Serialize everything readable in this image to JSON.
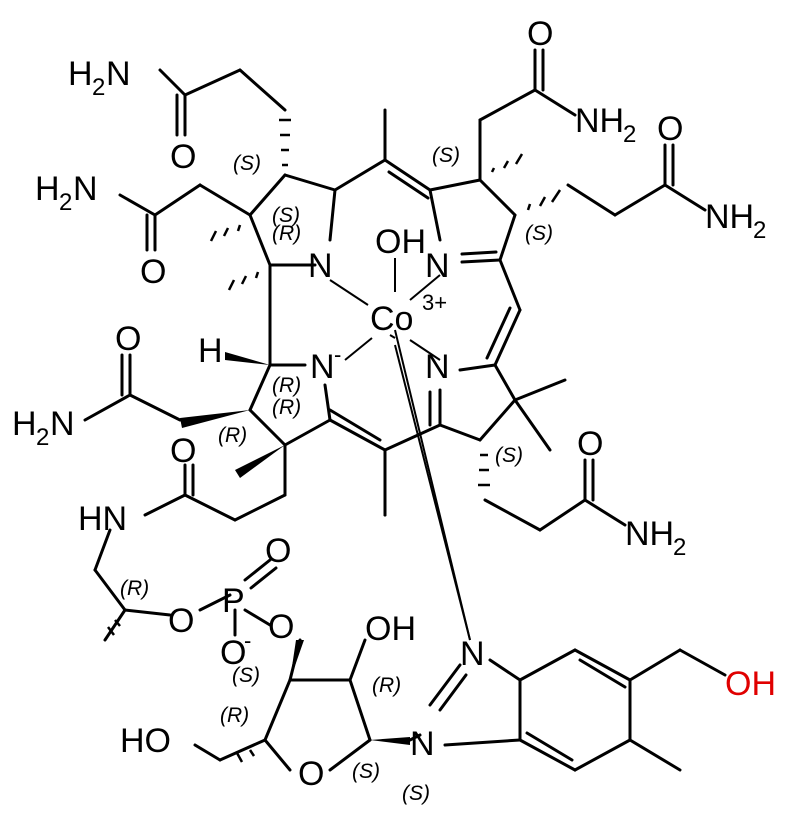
{
  "molecule": {
    "metal": "Co",
    "metal_charge": "3+",
    "axial_ligand": "OH",
    "nitrogen_label": "N",
    "anionic_nitrogen_label": "N",
    "anionic_charge": "-",
    "amine_labels": {
      "h2n": "H",
      "h2n_sub": "2",
      "h2n_n": "N",
      "nh2_n": "NH",
      "nh2_sub": "2"
    },
    "oxygen_label": "O",
    "hydroxyl_label": "OH",
    "ho_label": "HO",
    "hydrogen_label": "H",
    "amide_nh": "HN",
    "phosphorus": "P",
    "phosphate_o_minus": "O",
    "highlighted_group": "OH",
    "highlight_color": "#e00000"
  },
  "stereo_labels": [
    "(S)",
    "(S)",
    "(R)",
    "(S)",
    "(S)",
    "(R)",
    "(R)",
    "(R)",
    "(S)",
    "(R)",
    "(S)",
    "(R)",
    "(R)",
    "(S)",
    "(S)"
  ]
}
